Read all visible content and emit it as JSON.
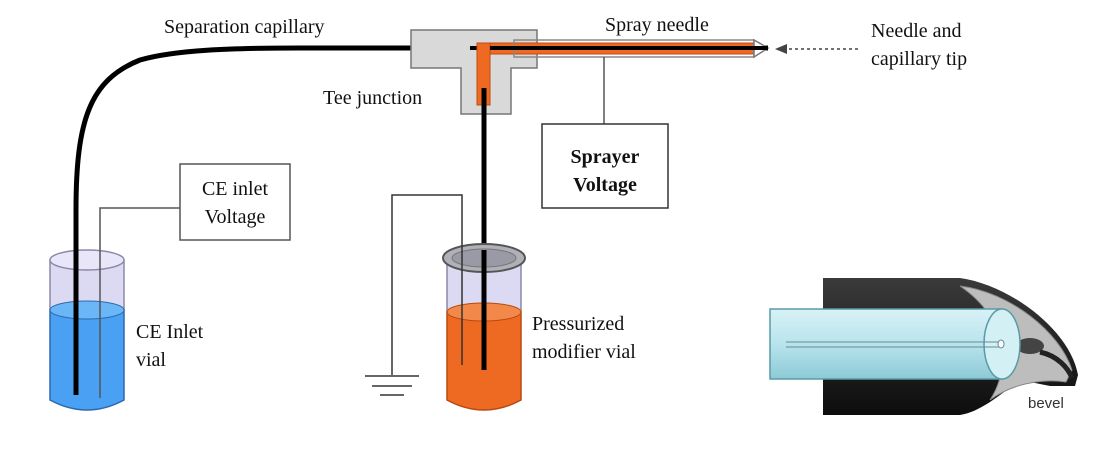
{
  "labels": {
    "separation_capillary": "Separation capillary",
    "spray_needle": "Spray needle",
    "needle_tip_line1": "Needle and",
    "needle_tip_line2": "capillary tip",
    "tee_junction": "Tee junction",
    "sprayer_voltage_line1": "Sprayer",
    "sprayer_voltage_line2": "Voltage",
    "ce_inlet_voltage_line1": "CE inlet",
    "ce_inlet_voltage_line2": "Voltage",
    "ce_inlet_vial_line1": "CE Inlet",
    "ce_inlet_vial_line2": "vial",
    "modifier_vial_line1": "Pressurized",
    "modifier_vial_line2": "modifier vial",
    "bevel": "bevel"
  },
  "colors": {
    "capillary": "#000000",
    "orange_liquid": "#ee6a22",
    "blue_liquid": "#4a9ff2",
    "tee_block": "#d9d9d9",
    "vial_glass": "#d8d8f0",
    "cyan_capillary": "#bde6ee",
    "dark_needle": "#1a1a1a"
  }
}
